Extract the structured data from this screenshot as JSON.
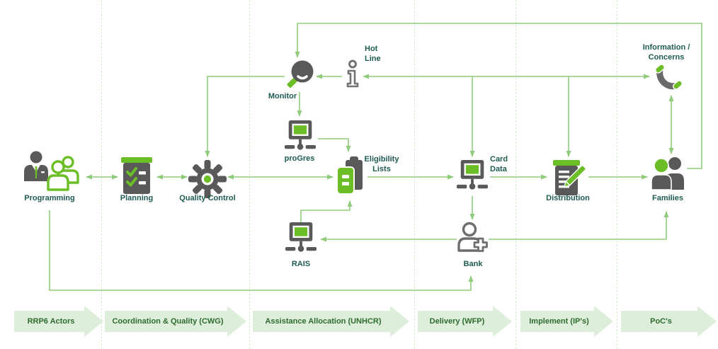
{
  "colors": {
    "accent_green": "#6CBE27",
    "icon_gray": "#595959",
    "connector_green": "#8FCB7B",
    "lane_line": "#d6ecd0",
    "banner_fill": "#ddeeda",
    "banner_text": "#2E6B2F",
    "label_text": "#1E5B51"
  },
  "nodes": {
    "programming": {
      "label": "Programming"
    },
    "planning": {
      "label": "Planning"
    },
    "quality_control": {
      "label": "Quality Control"
    },
    "monitor": {
      "label": "Monitor"
    },
    "hot_line": {
      "line1": "Hot",
      "line2": "Line"
    },
    "progres": {
      "label": "proGres"
    },
    "eligibility_lists": {
      "line1": "Eligibility",
      "line2": "Lists"
    },
    "rais": {
      "label": "RAIS"
    },
    "card_data": {
      "line1": "Card",
      "line2": "Data"
    },
    "bank": {
      "label": "Bank"
    },
    "distribution": {
      "label": "Distribution"
    },
    "families": {
      "label": "Families"
    },
    "information_concerns": {
      "line1": "Information /",
      "line2": "Concerns"
    }
  },
  "banners": [
    {
      "label": "RRP6 Actors"
    },
    {
      "label": "Coordination & Quality (CWG)"
    },
    {
      "label": "Assistance Allocation (UNHCR)"
    },
    {
      "label": "Delivery (WFP)"
    },
    {
      "label": "Implement (IP's)"
    },
    {
      "label": "PoC's"
    }
  ]
}
